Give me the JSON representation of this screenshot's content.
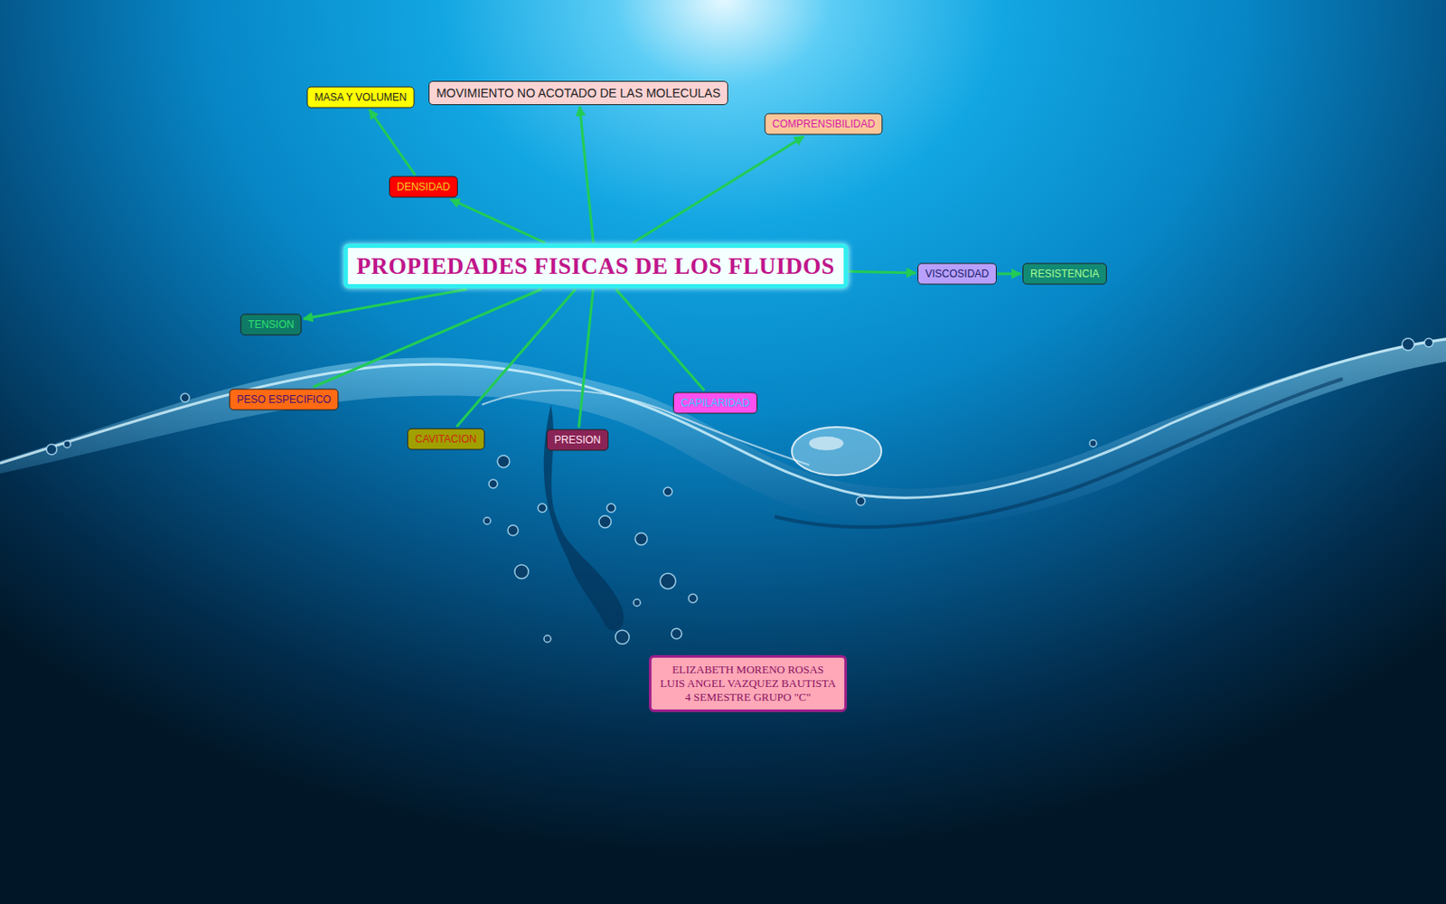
{
  "diagram": {
    "nodes": [
      {
        "text": [
          "PROPIEDADES FISICAS DE LOS FLUIDOS"
        ]
      },
      {
        "text": [
          "MASA Y VOLUMEN"
        ]
      },
      {
        "text": [
          "MOVIMIENTO NO ACOTADO DE LAS MOLECULAS"
        ]
      },
      {
        "text": [
          "COMPRENSIBILIDAD"
        ]
      },
      {
        "text": [
          "DENSIDAD"
        ]
      },
      {
        "text": [
          "VISCOSIDAD"
        ]
      },
      {
        "text": [
          "RESISTENCIA"
        ]
      },
      {
        "text": [
          "TENSION"
        ]
      },
      {
        "text": [
          "PESO ESPECIFICO"
        ]
      },
      {
        "text": [
          "CAPILARIDAD"
        ]
      },
      {
        "text": [
          "CAVITACION"
        ]
      },
      {
        "text": [
          "PRESION"
        ]
      },
      {
        "text": [
          "ELIZABETH MORENO ROSAS",
          "LUIS ANGEL VAZQUEZ BAUTISTA",
          "4 SEMESTRE GRUPO \"C\""
        ]
      }
    ],
    "edges": [
      {
        "from": 0,
        "to": 4,
        "arrow": "to"
      },
      {
        "from": 4,
        "to": 1,
        "arrow": "to"
      },
      {
        "from": 0,
        "to": 2,
        "arrow": "to"
      },
      {
        "from": 0,
        "to": 3,
        "arrow": "to"
      },
      {
        "from": 0,
        "to": 5,
        "arrow": "to"
      },
      {
        "from": 5,
        "to": 6,
        "arrow": "to"
      },
      {
        "from": 0,
        "to": 7,
        "arrow": "to"
      },
      {
        "from": 0,
        "to": 8,
        "arrow": "none"
      },
      {
        "from": 0,
        "to": 10,
        "arrow": "none"
      },
      {
        "from": 0,
        "to": 11,
        "arrow": "none"
      },
      {
        "from": 0,
        "to": 9,
        "arrow": "none"
      }
    ]
  }
}
